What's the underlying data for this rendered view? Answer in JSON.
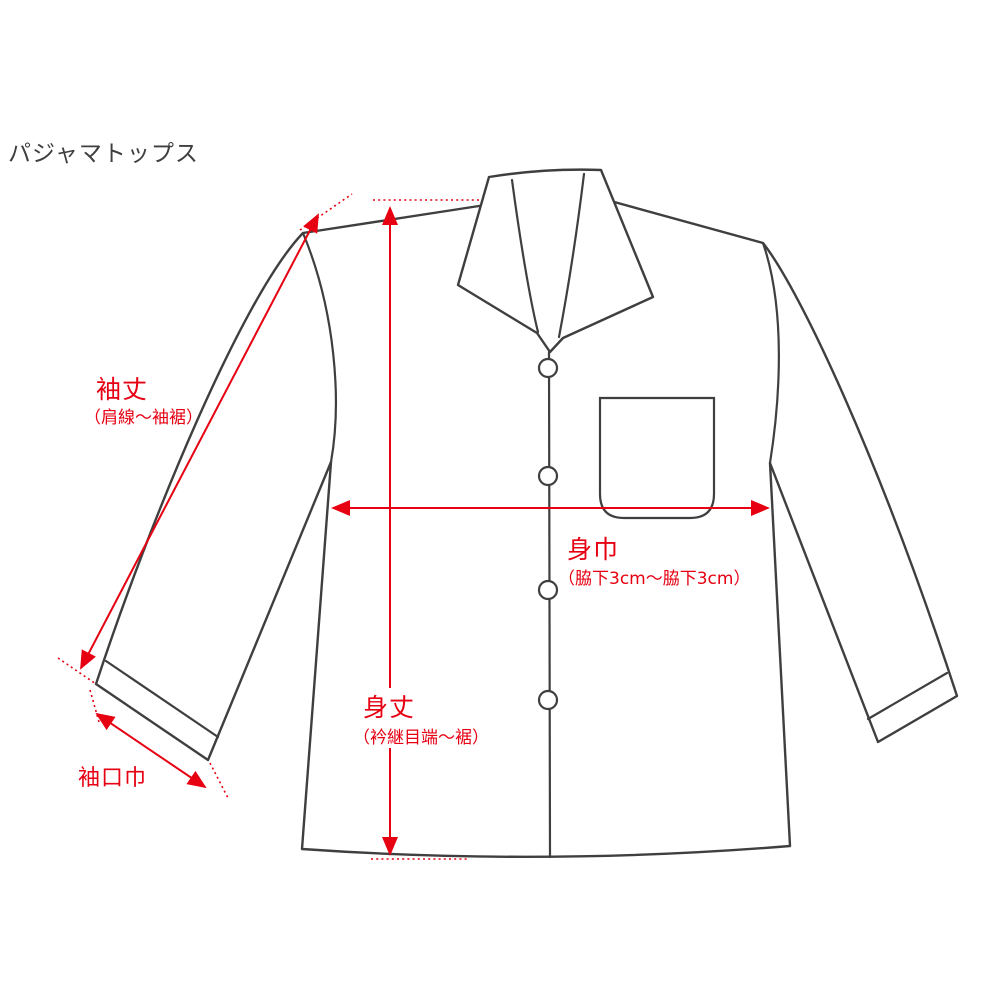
{
  "title": "パジャマトップス",
  "colors": {
    "accent": "#e60012",
    "line": "#3f3f3f",
    "background": "#ffffff"
  },
  "measurements": {
    "sleeve_length": {
      "label": "袖丈",
      "note": "（肩線～袖裾）"
    },
    "cuff_width": {
      "label": "袖口巾"
    },
    "body_width": {
      "label": "身巾",
      "note": "（脇下3cm～脇下3cm）"
    },
    "body_length": {
      "label": "身丈",
      "note": "（衿継目端～裾）"
    }
  }
}
